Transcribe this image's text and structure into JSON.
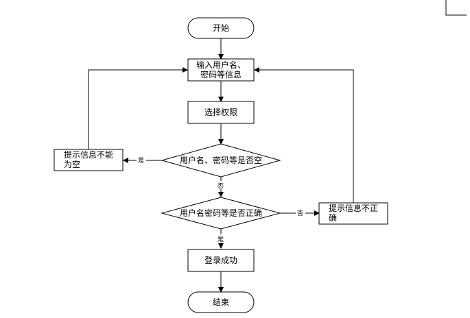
{
  "flowchart": {
    "start": "开始",
    "input_line1": "输入用户名、",
    "input_line2": "密码等信息",
    "select_permission": "选择权限",
    "check_empty": "用户名、密码等是否空",
    "empty_msg_line1": "提示信息不能",
    "empty_msg_line2": "为空",
    "check_correct": "用户名密码等是否正确",
    "incorrect_msg_line1": "提示信息不正",
    "incorrect_msg_line2": "确",
    "login_success": "登录成功",
    "end": "结束",
    "label_yes_empty": "是",
    "label_no_empty": "否",
    "label_no_correct": "否",
    "label_yes_correct": "是"
  }
}
